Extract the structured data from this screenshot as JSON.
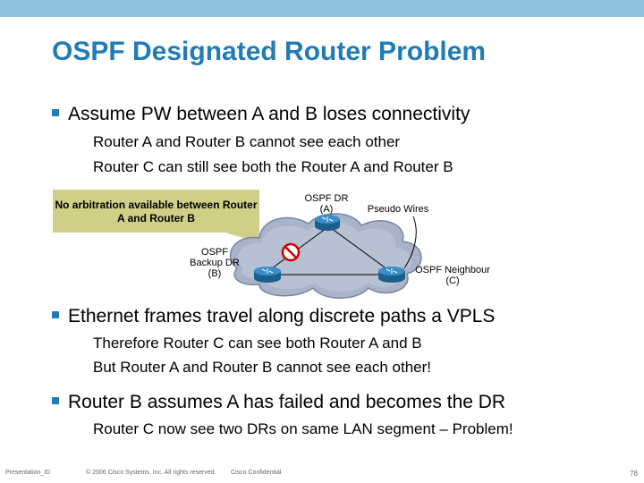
{
  "slide": {
    "title": "OSPF Designated Router Problem",
    "bullets": [
      {
        "text": "Assume PW between A and B loses connectivity",
        "subs": [
          "Router A and Router B cannot see each other",
          "Router C can still see both the Router A and Router B"
        ]
      },
      {
        "text": "Ethernet frames travel along discrete paths a VPLS",
        "subs": [
          "Therefore Router C can see both Router A and B",
          "But Router A and Router B cannot see each other!"
        ]
      },
      {
        "text": "Router B assumes A has failed and becomes the DR",
        "subs": [
          "Router C now see two DRs on same LAN segment – Problem!"
        ]
      }
    ]
  },
  "diagram": {
    "callout": "No arbitration available between Router A and Router B",
    "router_a_label": "OSPF DR\n(A)",
    "router_b_label": "OSPF\nBackup DR\n(B)",
    "router_c_label": "OSPF Neighbour\n(C)",
    "pseudo_wires_label": "Pseudo Wires",
    "colors": {
      "cloud": "#a9b3c9",
      "router": "#2c7cb0",
      "callout": "#cfcf87",
      "no_sign": "#cc0000"
    }
  },
  "footer": {
    "presentation_id": "Presentation_ID",
    "copyright": "© 2006 Cisco Systems, Inc. All rights reserved.",
    "confidential": "Cisco Confidential",
    "page": "78"
  },
  "colors": {
    "title": "#1f7cb5",
    "top_bar": "#8fc1dc"
  }
}
